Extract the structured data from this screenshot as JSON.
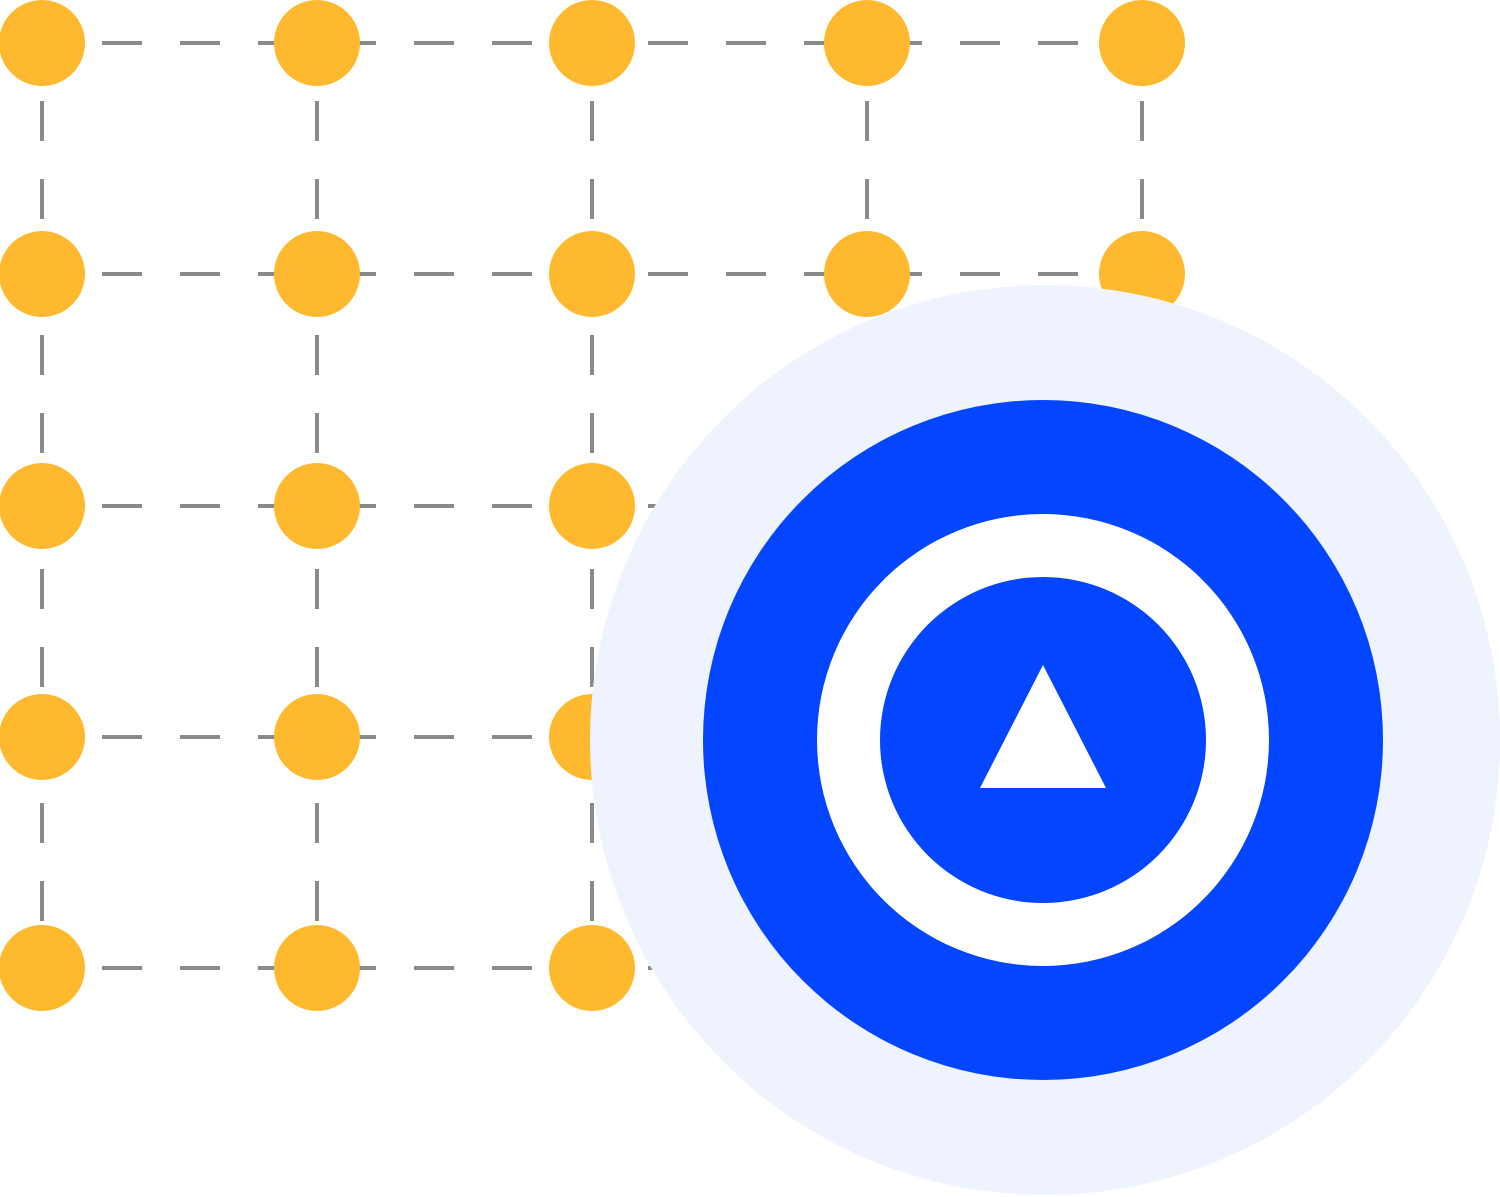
{
  "colors": {
    "background": "#ffffff",
    "dot": "#FFB92E",
    "dash": "#8A8A8A",
    "halo": "#EEF3FD",
    "ring": "#0446FF",
    "ring_inner": "#ffffff",
    "triangle": "#ffffff"
  },
  "icons": {
    "dots": "dot-grid-node",
    "connectors": "dashed-grid-line",
    "badge": "blue-target-ring-icon",
    "glyph": "up-triangle-icon"
  },
  "grid": {
    "rows": 5,
    "cols": 5,
    "nodes_present": [
      [
        true,
        true,
        true,
        true,
        true
      ],
      [
        true,
        true,
        true,
        true,
        true
      ],
      [
        true,
        true,
        true,
        false,
        false
      ],
      [
        true,
        true,
        true,
        false,
        false
      ],
      [
        true,
        true,
        true,
        false,
        false
      ]
    ]
  }
}
